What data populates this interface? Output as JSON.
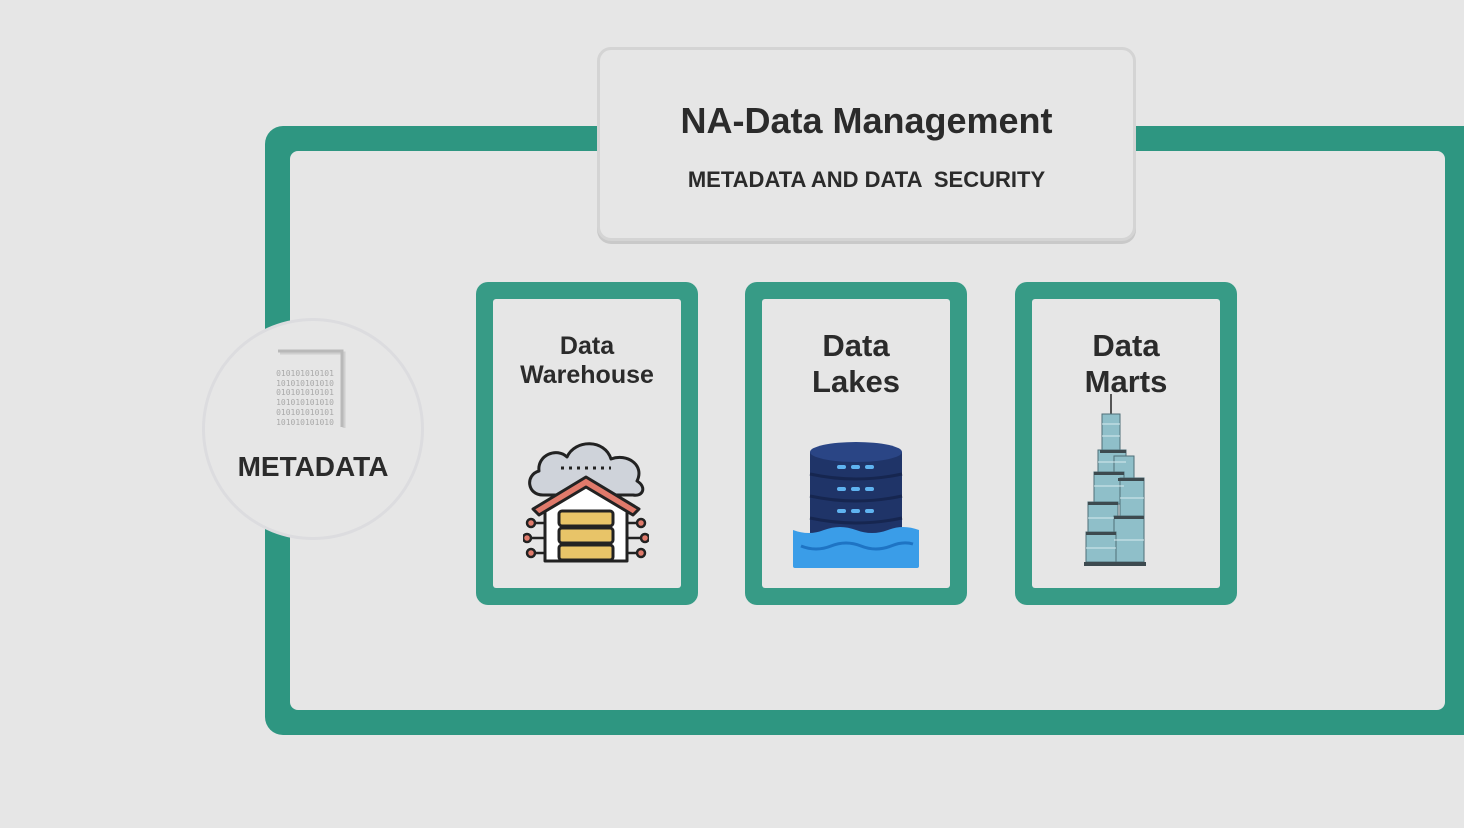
{
  "header": {
    "title": "NA-Data Management",
    "subtitle": "METADATA AND DATA  SECURITY"
  },
  "metadata_node": {
    "label": "METADATA",
    "icon": "binary-document-icon",
    "binary_lines": [
      "010101010101",
      "101010101010",
      "010101010101",
      "101010101010",
      "010101010101",
      "101010101010"
    ]
  },
  "cards": [
    {
      "line1": "Data",
      "line2": "Warehouse",
      "icon": "cloud-warehouse-icon"
    },
    {
      "line1": "Data",
      "line2": "Lakes",
      "icon": "database-water-icon"
    },
    {
      "line1": "Data",
      "line2": "Marts",
      "icon": "skyscraper-icon"
    }
  ],
  "colors": {
    "frame": "#2e9681",
    "card": "#379b86",
    "background": "#e6e6e6",
    "text": "#2b2b2b"
  }
}
